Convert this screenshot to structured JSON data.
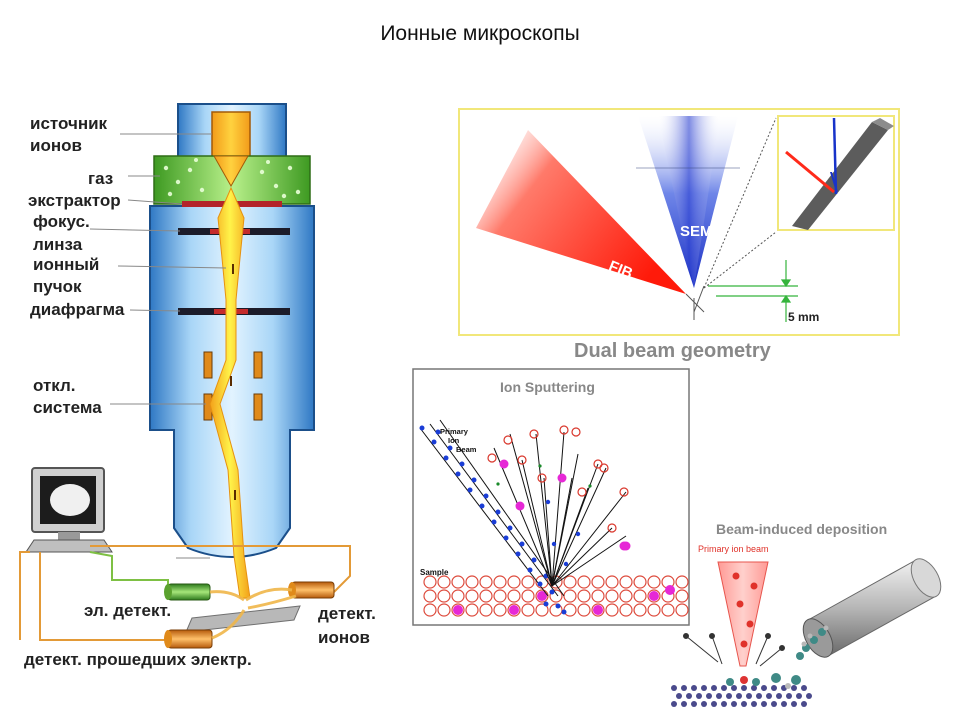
{
  "page_title": "Ионные микроскопы",
  "column_labels": {
    "ion_source_1": "источник",
    "ion_source_2": "ионов",
    "gas": "газ",
    "extractor": "экстрактор",
    "focus_1": "фокус.",
    "focus_2": "линза",
    "beam_1": "ионный",
    "beam_2": "пучок",
    "aperture": "диафрагма",
    "deflect_1": "откл.",
    "deflect_2": "система",
    "electron_detector": "эл. детект.",
    "ion_detector_1": "детект.",
    "ion_detector_2": "ионов",
    "transmitted_detector": "детект. прошедших электр."
  },
  "dual_beam": {
    "caption": "Dual beam geometry",
    "fib": "FIB",
    "sem": "SEM",
    "scale": "5 mm"
  },
  "sputtering": {
    "title": "Ion Sputtering",
    "primary_1": "Primary",
    "primary_2": "Ion",
    "primary_3": "Beam",
    "sample": "Sample"
  },
  "deposition": {
    "title": "Beam-induced deposition",
    "beam_label": "Primary ion beam"
  },
  "colors": {
    "column_blue": "#3a8fd8",
    "beam_yellow": "#f7e21b",
    "gas_green": "#5bb531",
    "fib_red": "#ff2a1a",
    "sem_blue": "#1a33c9",
    "frame_yellow": "#f1e77a"
  }
}
